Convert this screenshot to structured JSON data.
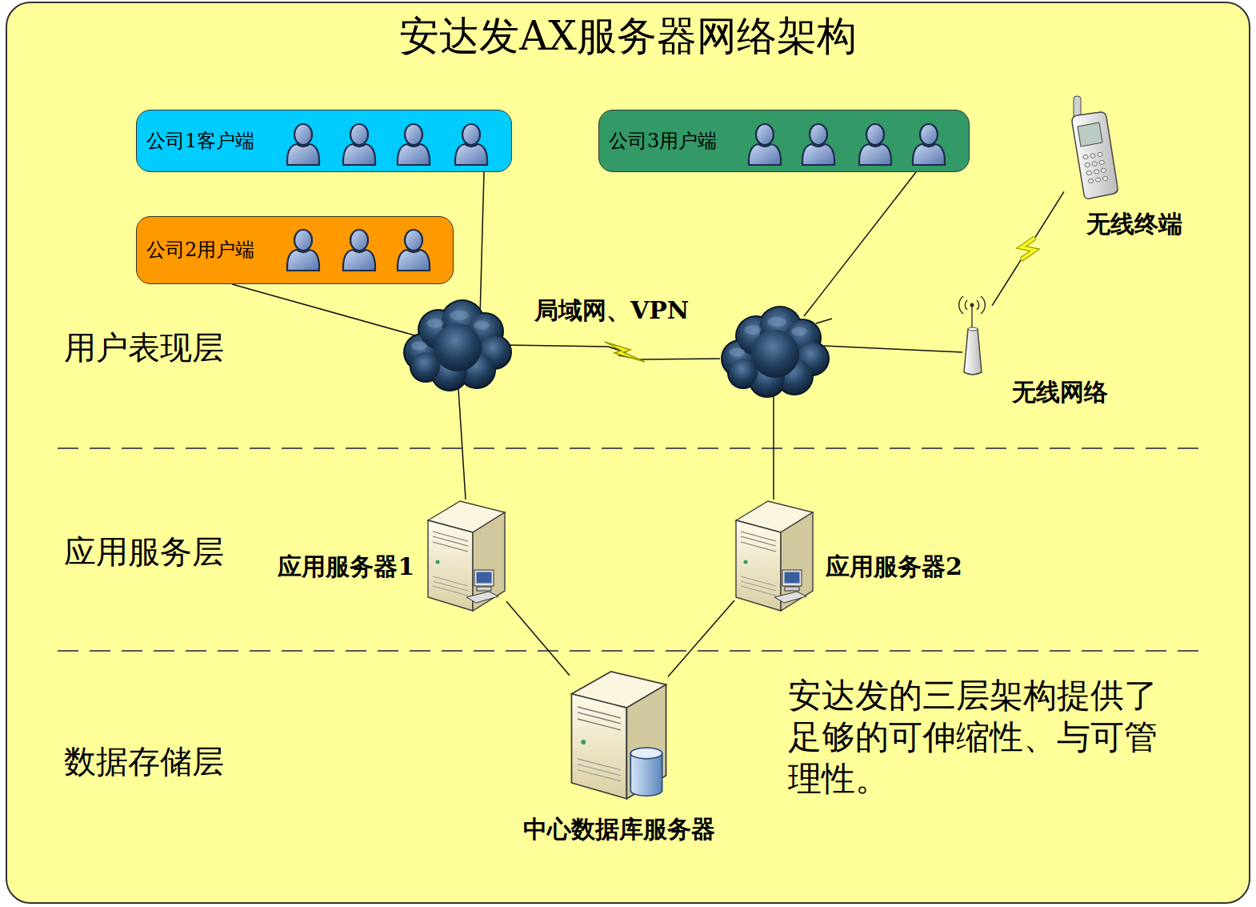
{
  "diagram": {
    "title": "安达发AX服务器网络架构",
    "nodes": [
      {
        "text": [
          "公司1客户端"
        ]
      },
      {
        "text": [
          "公司3用户端"
        ]
      },
      {
        "text": [
          "无线终端"
        ]
      },
      {
        "text": [
          "公司2用户端"
        ]
      },
      {
        "text": [
          "无线网络"
        ]
      },
      {
        "text": [
          "应用服务器1"
        ]
      },
      {
        "text": [
          "应用服务器2"
        ]
      },
      {
        "text": [
          "中心数据库服务器"
        ]
      }
    ],
    "edges": [
      {
        "from": 2,
        "to": 4,
        "arrow": "none"
      },
      {
        "from": 5,
        "to": 7,
        "arrow": "none"
      },
      {
        "from": 6,
        "to": 7,
        "arrow": "none"
      }
    ],
    "labels": [
      "局域网、VPN",
      "用户表现层",
      "应用服务层",
      "数据存储层",
      "安达发的三层架构提供了足够的可伸缩性、与可管理性。"
    ]
  }
}
